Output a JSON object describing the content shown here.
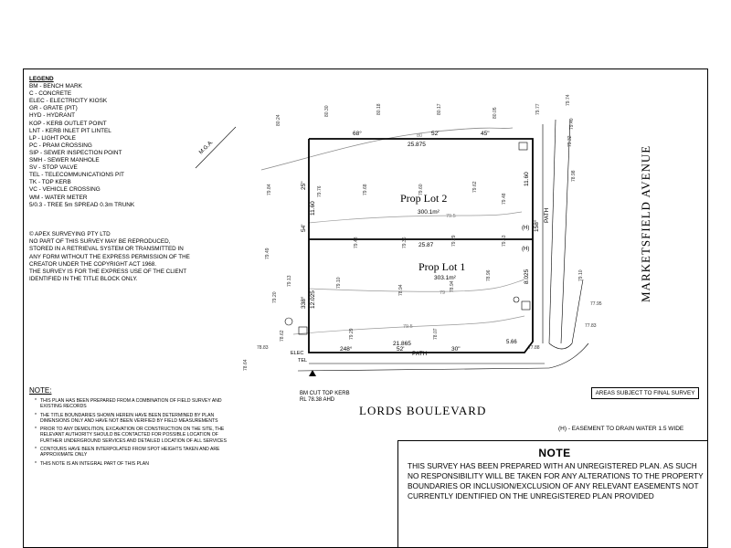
{
  "legend": {
    "title": "LEGEND",
    "items": [
      "BM - BENCH MARK",
      "C - CONCRETE",
      "ELEC - ELECTRICITY KIOSK",
      "GR - GRATE (PIT)",
      "HYD - HYDRANT",
      "KOP - KERB OUTLET POINT",
      "LNT - KERB INLET PIT LINTEL",
      "LP - LIGHT POLE",
      "PC - PRAM CROSSING",
      "SIP - SEWER INSPECTION POINT",
      "SMH - SEWER MANHOLE",
      "SV - STOP VALVE",
      "TEL - TELECOMMUNICATIONS PIT",
      "TK - TOP KERB",
      "VC - VEHICLE CROSSING",
      "WM - WATER METER",
      "5/0.3 - TREE 5m SPREAD 0.3m TRUNK"
    ]
  },
  "copyright": {
    "lines": [
      "© APEX SURVEYING PTY LTD",
      "NO PART OF THIS SURVEY MAY BE REPRODUCED,",
      "STORED IN A RETRIEVAL SYSTEM OR TRANSMITTED IN",
      "ANY FORM WITHOUT THE EXPRESS PERMISSION OF THE",
      "CREATOR UNDER THE COPYRIGHT ACT 1968.",
      "THE SURVEY IS FOR THE EXPRESS USE OF THE CLIENT",
      "IDENTIFIED IN THE TITLE BLOCK ONLY."
    ]
  },
  "notes": {
    "title": "NOTE:",
    "items": [
      "THIS PLAN HAS BEEN PREPARED FROM A COMBINATION OF FIELD SURVEY AND EXISTING RECORDS",
      "THE TITLE BOUNDARIES SHOWN HEREIN HAVE BEEN DETERMINED BY PLAN DIMENSIONS ONLY AND HAVE NOT BEEN VERIFIED BY FIELD MEASUREMENTS",
      "PRIOR TO ANY DEMOLITION, EXCAVATION OR CONSTRUCTION ON THE SITE, THE RELEVANT AUTHORITY SHOULD BE CONTACTED FOR POSSIBLE LOCATION OF FURTHER UNDERGROUND SERVICES AND DETAILED LOCATION OF ALL SERVICES",
      "CONTOURS HAVE BEEN INTERPOLATED FROM SPOT HEIGHTS TAKEN AND ARE APPROXIMATE ONLY",
      "THIS NOTE IS AN INTEGRAL PART OF THIS PLAN"
    ]
  },
  "plan": {
    "lot2_name": "Prop Lot 2",
    "lot2_area": "300.1m²",
    "lot1_name": "Prop Lot 1",
    "lot1_area": "303.1m²",
    "street_bottom": "LORDS   BOULEVARD",
    "street_right": "MARKETSFIELD   AVENUE",
    "north_label": "M.G.A.",
    "path_label": "PATH",
    "path_label_bottom": "PATH",
    "dim_top": "25.875",
    "dim_middle": "25.87",
    "dim_bottom": "21.865",
    "dim_left_upper": "11.60",
    "dim_left_lower": "12.025",
    "dim_right_upper": "11.60",
    "dim_right_lower": "8.025",
    "bearing_top_left": "68°",
    "bearing_top_mid": "52'",
    "bearing_top_right": "45\"",
    "bearing_left_a": "25\"",
    "bearing_left_b": "54'",
    "bearing_left_c": "338°",
    "bearing_bottom_a": "248°",
    "bearing_bottom_b": "52'",
    "bearing_bottom_c": "30\"",
    "bearing_right": "158°",
    "chamfer": "5.66",
    "contour_a": "80",
    "contour_b": "79.5",
    "contour_c": "79",
    "contour_d": "79.5",
    "bm_line1": "BM CUT TOP KERB",
    "bm_line2": "RL 78.38 AHD",
    "elec_label": "ELEC",
    "tel_label": "TEL",
    "easement_mark": "(H)",
    "spot_levels_top": [
      "80.24",
      "80.30",
      "80.18",
      "80.17",
      "80.05",
      "79.77",
      "79.74"
    ],
    "spot_levels_lot2": [
      "79.84",
      "79.76",
      "79.68",
      "79.60",
      "79.62",
      "79.48"
    ],
    "spot_levels_mid": [
      "79.49",
      "79.43",
      "79.36",
      "79.29",
      "79.43"
    ],
    "spot_levels_lot1": [
      "79.20",
      "79.10",
      "78.94",
      "78.94",
      "78.96",
      "79.13"
    ],
    "spot_levels_bottom": [
      "78.62",
      "79.29",
      "78.07",
      "78.83",
      "78.64"
    ],
    "spot_levels_right": [
      "79.32",
      "79.40",
      "78.98",
      "79.10",
      "77.95",
      "77.83",
      "77.88"
    ]
  },
  "areas_box": "AREAS SUBJECT TO FINAL SURVEY",
  "easement": "(H) - EASEMENT TO DRAIN WATER 1.5 WIDE",
  "disclaimer": {
    "title": "NOTE",
    "lines": [
      "THIS SURVEY HAS BEEN PREPARED WITH AN UNREGISTERED PLAN. AS SUCH",
      "NO RESPONSIBILITY WILL BE TAKEN FOR ANY ALTERATIONS TO THE PROPERTY",
      "BOUNDARIES OR INCLUSION/EXCLUSION OF ANY RELEVANT EASEMENTS NOT",
      "CURRENTLY IDENTIFIED ON THE UNREGISTERED PLAN PROVIDED"
    ]
  }
}
